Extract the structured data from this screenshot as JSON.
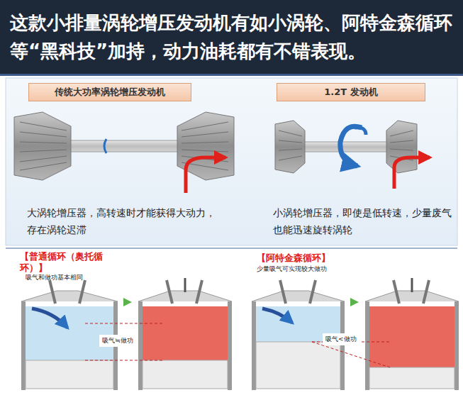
{
  "diagram": {
    "title": "这款小排量涡轮增压发动机有如小涡轮、阿特金森循环等“黑科技”加持，动力油耗都有不错表现。",
    "nodes": [
      {
        "text": [
          "传统大功率涡轮增压发动机"
        ]
      },
      {
        "text": [
          "1.2T 发动机"
        ]
      }
    ],
    "labels": [
      "大涡轮增压器，高转速时才能获得大动力，存在涡轮迟滞",
      "小涡轮增压器，即使是低转速，少量废气也能迅速旋转涡轮",
      "【普通循环（奥托循环）】",
      "吸气和做功基本相同",
      "【阿特金森循环】",
      "少量吸气可实现较大做功",
      "吸气≒做功",
      "吸气<做功"
    ]
  }
}
